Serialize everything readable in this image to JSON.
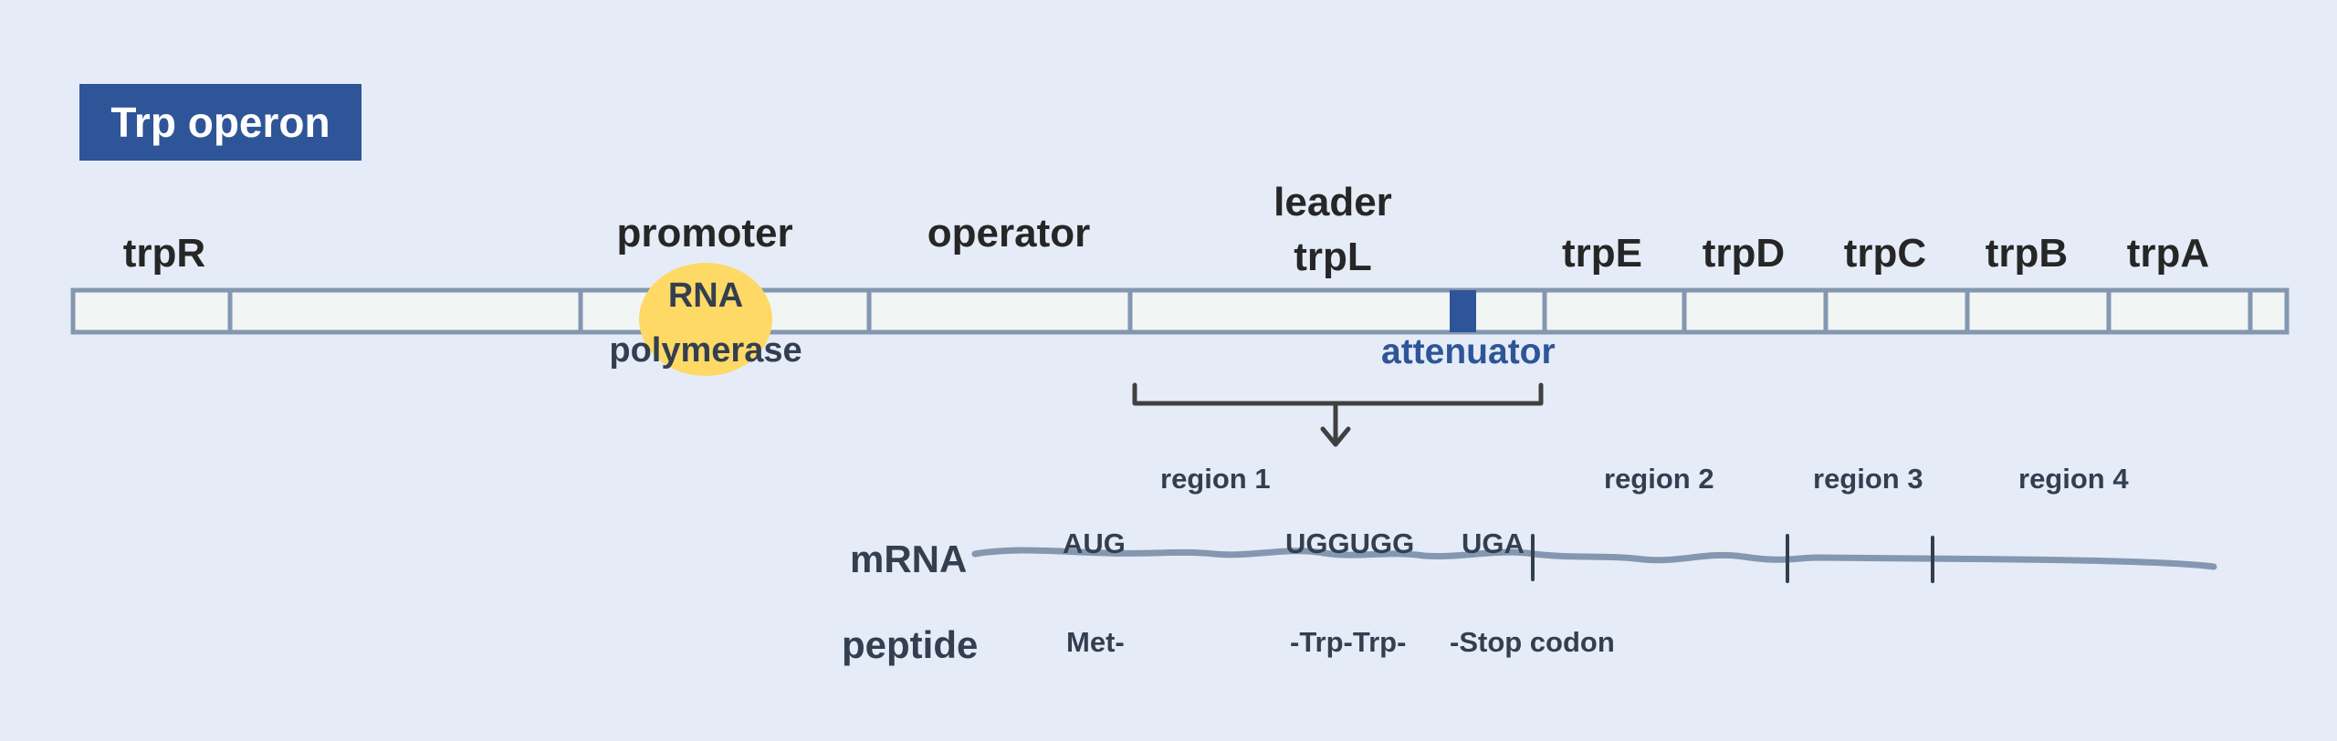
{
  "title": "Trp operon",
  "colors": {
    "background": "#e5ecf7",
    "title_fill": "#2e5597",
    "dna_fill": "#f1f5f4",
    "dna_border": "#8497b0",
    "attenuator": "#2e5597",
    "rna_polymerase": "#ffd966",
    "mrna_line": "#8497b0",
    "text_dark": "#262626",
    "text_slate": "#333f50"
  },
  "genes": {
    "trpR": "trpR",
    "promoter": "promoter",
    "operator": "operator",
    "leader_line1": "leader",
    "leader_line2": "trpL",
    "trpE": "trpE",
    "trpD": "trpD",
    "trpC": "trpC",
    "trpB": "trpB",
    "trpA": "trpA"
  },
  "rna_polymerase": {
    "line1": "RNA",
    "line2": "polymerase",
    "icon": "ellipse"
  },
  "attenuator": "attenuator",
  "bracket_icon": "down-arrow",
  "mrna": {
    "label": "mRNA",
    "codons": {
      "start": "AUG",
      "trp": "UGGUGG",
      "stop": "UGA"
    },
    "regions": {
      "r1": "region 1",
      "r2": "region 2",
      "r3": "region 3",
      "r4": "region 4"
    }
  },
  "peptide": {
    "label": "peptide",
    "met": "Met-",
    "trp": "-Trp-Trp-",
    "stop": "-Stop codon"
  }
}
